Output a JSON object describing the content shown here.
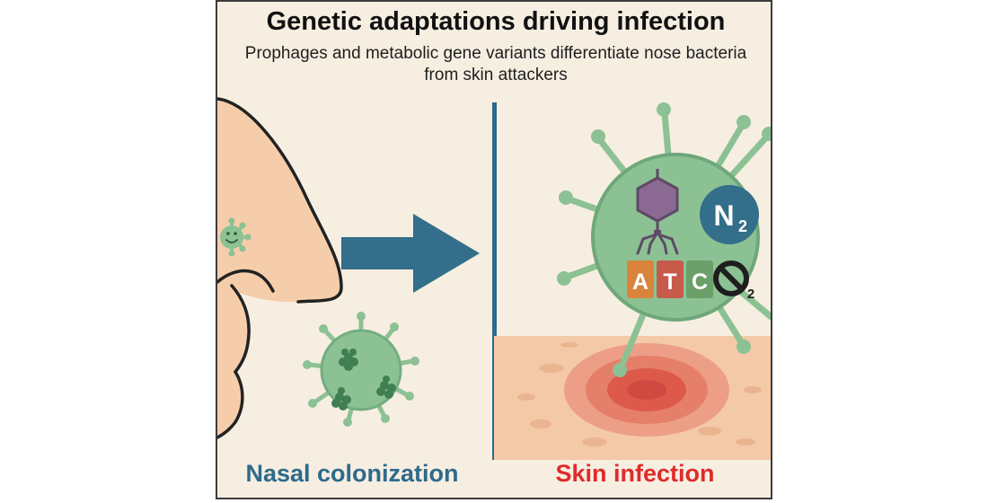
{
  "header": {
    "title": "Genetic adaptations driving infection",
    "subtitle": "Prophages and metabolic gene variants differentiate nose bacteria from skin attackers"
  },
  "left_panel": {
    "caption": "Nasal colonization",
    "caption_color": "#2d6a8c"
  },
  "right_panel": {
    "caption": "Skin infection",
    "caption_color": "#e02a2a"
  },
  "icons": {
    "nitrogen": {
      "letter": "N",
      "subscript": "2"
    },
    "no_oxygen": {
      "subscript": "2"
    },
    "dna_bases": [
      "A",
      "T",
      "C"
    ]
  },
  "colors": {
    "background": "#f6eee1",
    "skin": "#f6cdaa",
    "bacterium": "#8cc194",
    "bacterium_dark": "#5f9a6c",
    "arrow": "#336f8a",
    "divider": "#2c6a89",
    "lesion": "#e36a5a",
    "nitrogen_circle": "#336f8a",
    "phage": "#8a6a93",
    "base_a": "#d9833c",
    "base_t": "#c75a4a",
    "base_c": "#6ca06a"
  }
}
